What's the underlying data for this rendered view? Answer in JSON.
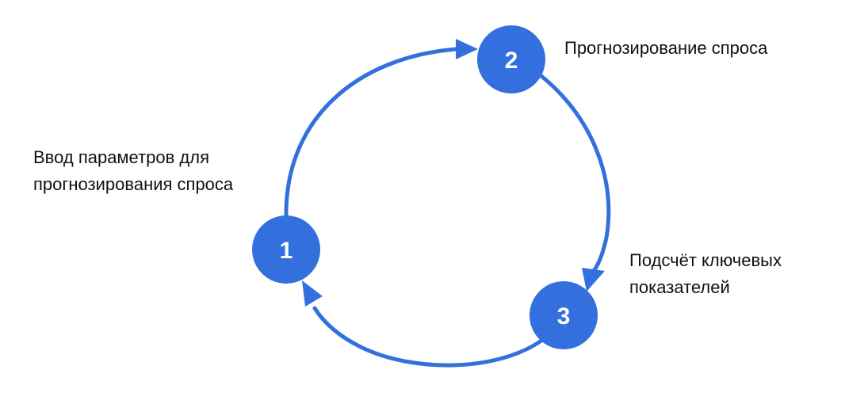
{
  "colors": {
    "accent": "#3470dd",
    "text": "#111111",
    "number_text": "#ffffff"
  },
  "steps": [
    {
      "number": "1",
      "label_lines": [
        "Ввод параметров для",
        "прогнозирования спроса"
      ]
    },
    {
      "number": "2",
      "label_lines": [
        "Прогнозирование спроса"
      ]
    },
    {
      "number": "3",
      "label_lines": [
        "Подсчёт ключевых",
        "показателей"
      ]
    }
  ]
}
